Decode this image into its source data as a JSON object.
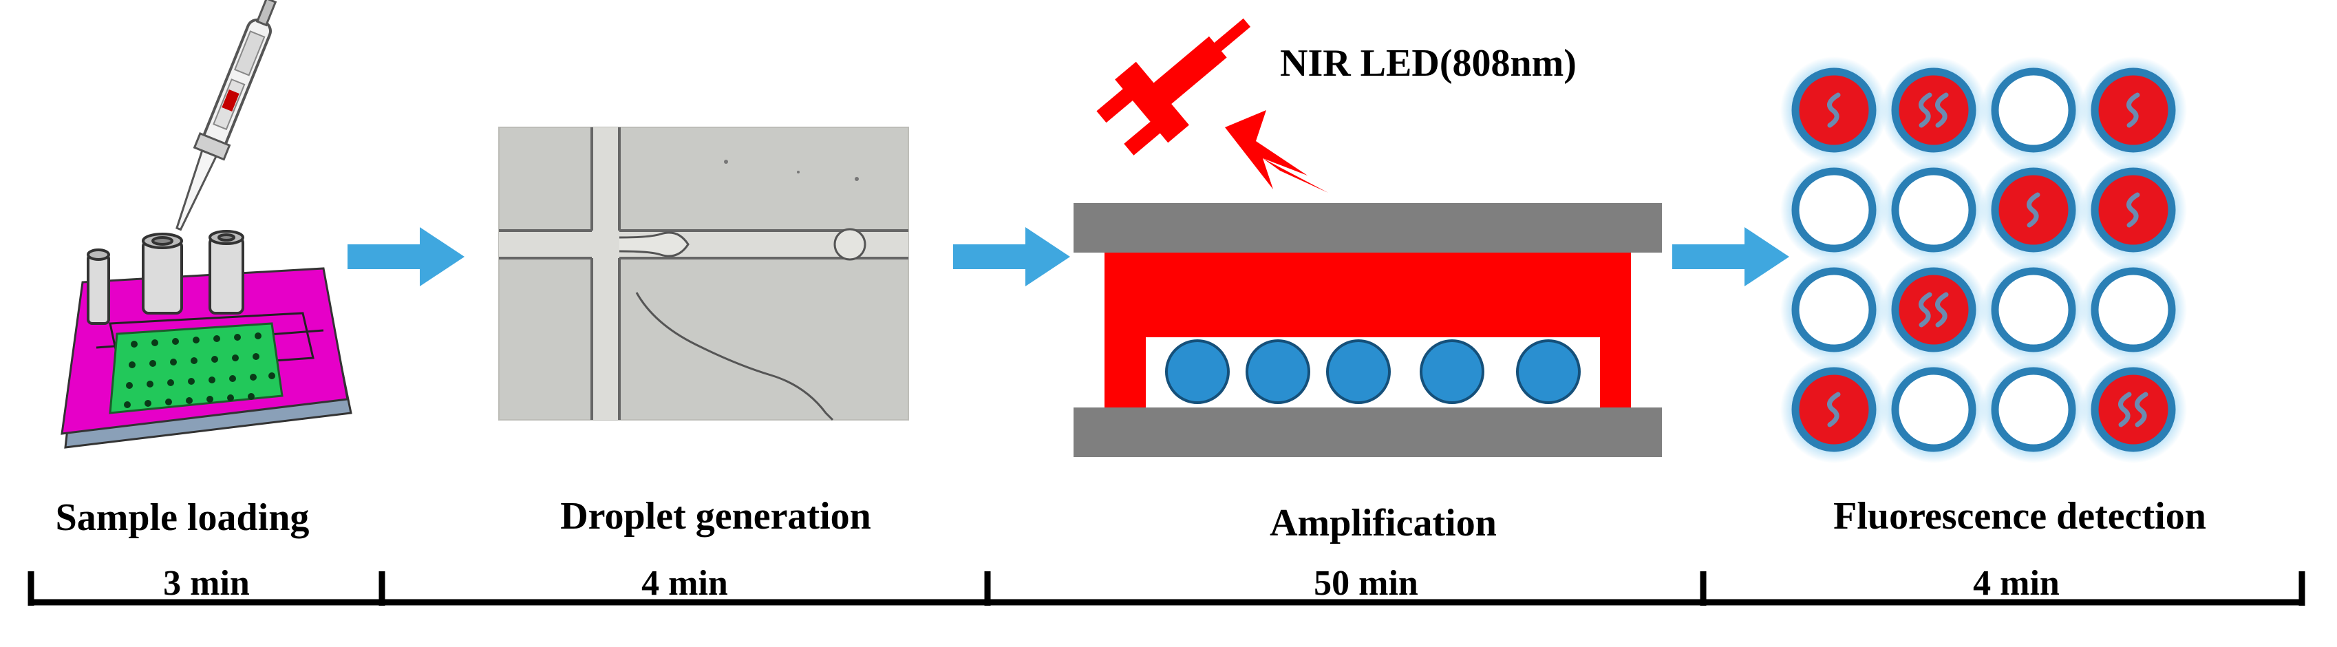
{
  "steps": [
    {
      "label": "Sample loading",
      "duration": "3 min"
    },
    {
      "label": "Droplet generation",
      "duration": "4 min"
    },
    {
      "label": "Amplification",
      "duration": "50 min"
    },
    {
      "label": "Fluorescence detection",
      "duration": "4 min"
    }
  ],
  "amplification": {
    "light_source_label": "NIR LED(808nm)"
  },
  "detection_grid": {
    "rows": 4,
    "cols": 4,
    "positive_pattern": [
      [
        1,
        2,
        0,
        1
      ],
      [
        0,
        0,
        1,
        1
      ],
      [
        0,
        2,
        0,
        0
      ],
      [
        1,
        0,
        0,
        2
      ]
    ]
  },
  "colors": {
    "arrow": "#3fa7df",
    "positive": "#e8141c",
    "droplet_ring": "#2a7fb5",
    "glow": "#7ec8f0",
    "chip": "#e600c8",
    "chip_pads": "#22c85a",
    "heater": "#ff0000",
    "plate": "#7f7f7f",
    "bead": "#2a8fd0"
  }
}
